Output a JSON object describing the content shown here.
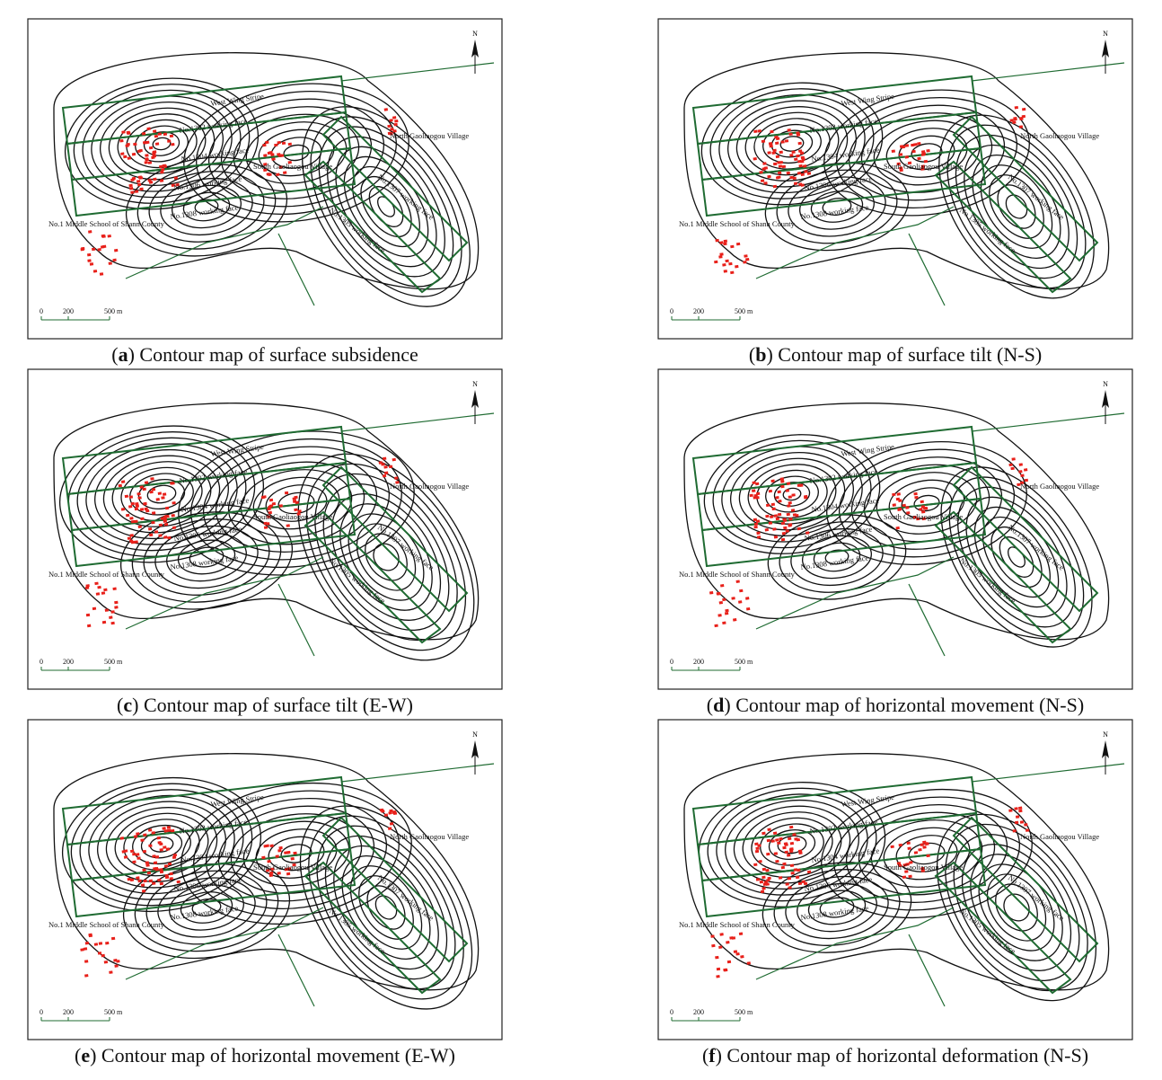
{
  "colors": {
    "contour": "#111111",
    "roadway": "#1f6b32",
    "buildings": "#e8201a",
    "frame": "#222222"
  },
  "map_labels": {
    "north": "N",
    "west_wing": "West Wing Stripe",
    "north_village": "North Gaoliaogou Village",
    "south_village": "South Gaoliaogou Village",
    "school": "No.1 Middle School of Shann County",
    "face_1302": "No.1302 working face",
    "face_1304": "No.1304 working face",
    "face_1306": "No.1306 working face",
    "face_1308": "No.1308 working face",
    "face_1305": "No.1305 working face",
    "face_1307": "No.1307 working face",
    "scale_0": "0",
    "scale_200": "200",
    "scale_500": "500 m"
  },
  "panels": [
    {
      "letter": "a",
      "caption": "Contour map of surface subsidence"
    },
    {
      "letter": "b",
      "caption": "Contour map of surface tilt (N-S)"
    },
    {
      "letter": "c",
      "caption": "Contour map of surface tilt (E-W)"
    },
    {
      "letter": "d",
      "caption": "Contour map of horizontal movement (N-S)"
    },
    {
      "letter": "e",
      "caption": "Contour map of horizontal movement (E-W)"
    },
    {
      "letter": "f",
      "caption": "Contour map of horizontal deformation (N-S)"
    }
  ]
}
